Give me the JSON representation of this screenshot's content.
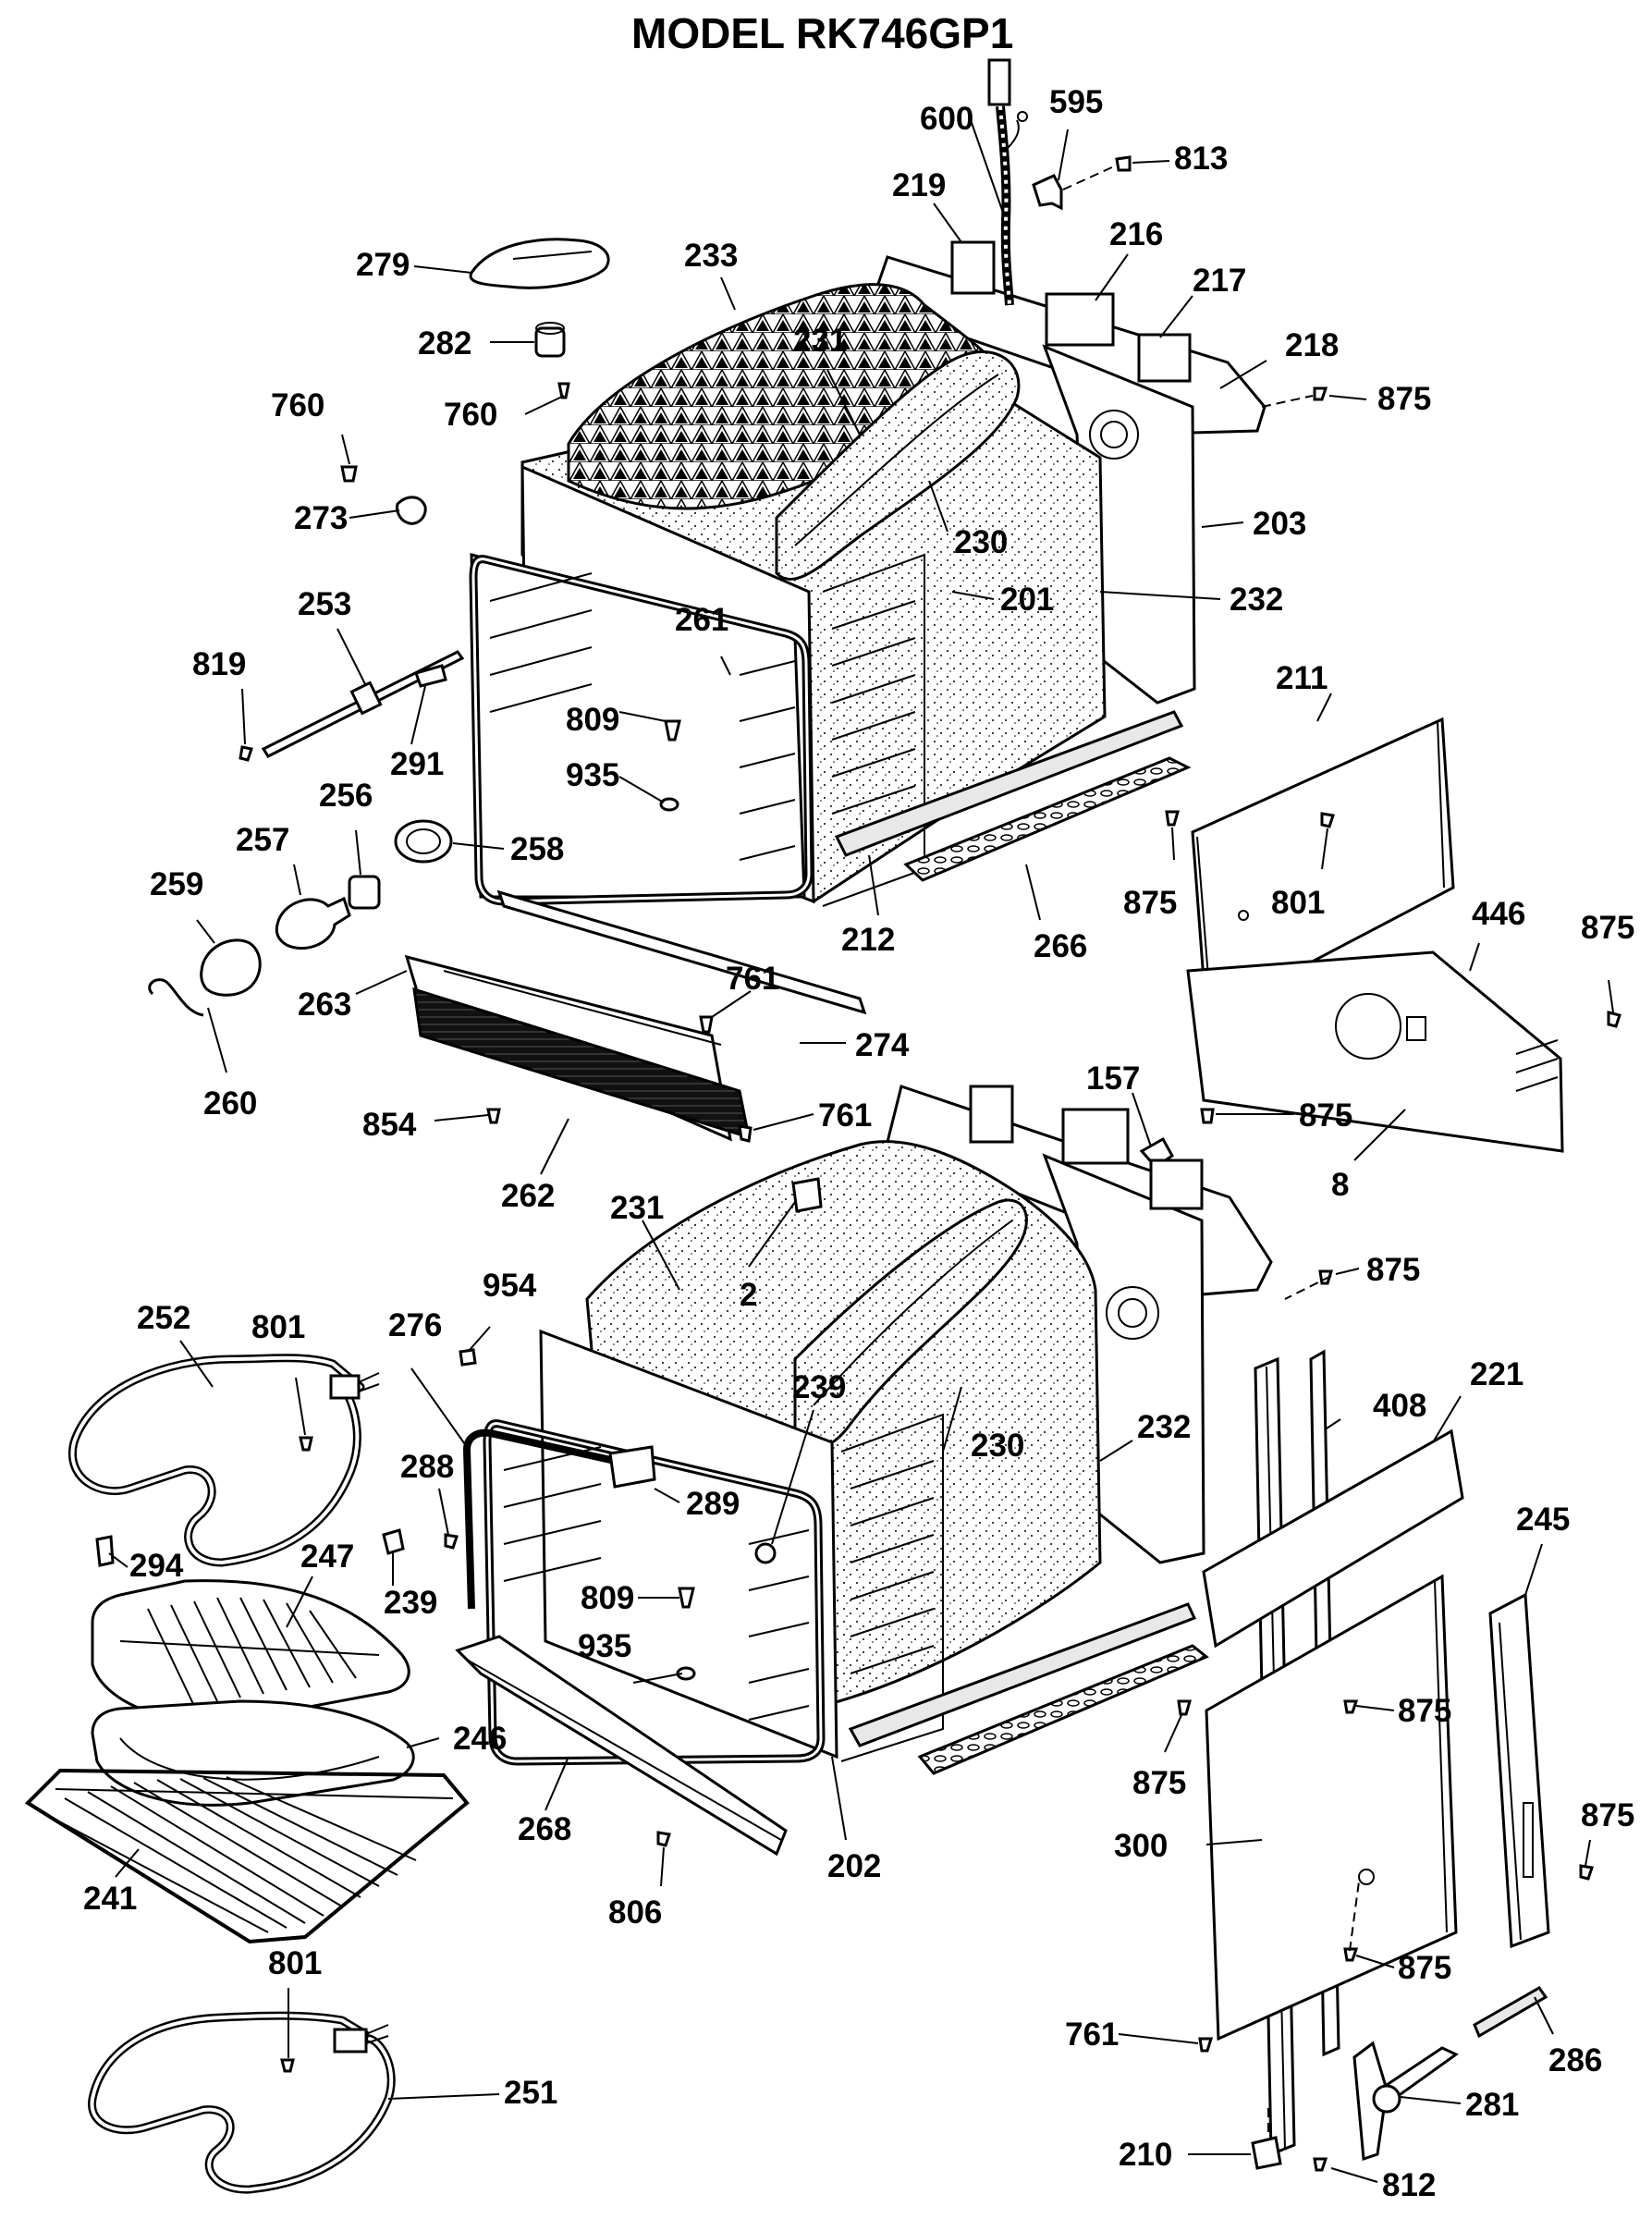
{
  "title": "MODEL RK746GP1",
  "labels": {
    "l600": "600",
    "l595": "595",
    "l813": "813",
    "l219": "219",
    "l216": "216",
    "l217": "217",
    "l218": "218",
    "l875a": "875",
    "l279": "279",
    "l233": "233",
    "l282": "282",
    "l231a": "231",
    "l760a": "760",
    "l760b": "760",
    "l273": "273",
    "l230a": "230",
    "l203": "203",
    "l201": "201",
    "l232a": "232",
    "l253": "253",
    "l261": "261",
    "l819": "819",
    "l809a": "809",
    "l291": "291",
    "l211": "211",
    "l935a": "935",
    "l256": "256",
    "l257": "257",
    "l258": "258",
    "l259": "259",
    "l875b": "875",
    "l801a": "801",
    "l212": "212",
    "l266": "266",
    "l446": "446",
    "l875c": "875",
    "l263": "263",
    "l761a": "761",
    "l274": "274",
    "l260": "260",
    "l157": "157",
    "l761b": "761",
    "l854": "854",
    "l875d": "875",
    "l262": "262",
    "l8": "8",
    "l231b": "231",
    "l2": "2",
    "l875e": "875",
    "l954": "954",
    "l252": "252",
    "l801b": "801",
    "l276": "276",
    "l239a": "239",
    "l221": "221",
    "l408": "408",
    "l230b": "230",
    "l232b": "232",
    "l288": "288",
    "l289": "289",
    "l245": "245",
    "l294": "294",
    "l247": "247",
    "l809b": "809",
    "l239b": "239",
    "l935b": "935",
    "l875f": "875",
    "l246": "246",
    "l875g": "875",
    "l875h": "875",
    "l268": "268",
    "l202": "202",
    "l300": "300",
    "l241": "241",
    "l806": "806",
    "l801c": "801",
    "l875i": "875",
    "l251": "251",
    "l761c": "761",
    "l286": "286",
    "l281": "281",
    "l210": "210",
    "l812": "812"
  }
}
